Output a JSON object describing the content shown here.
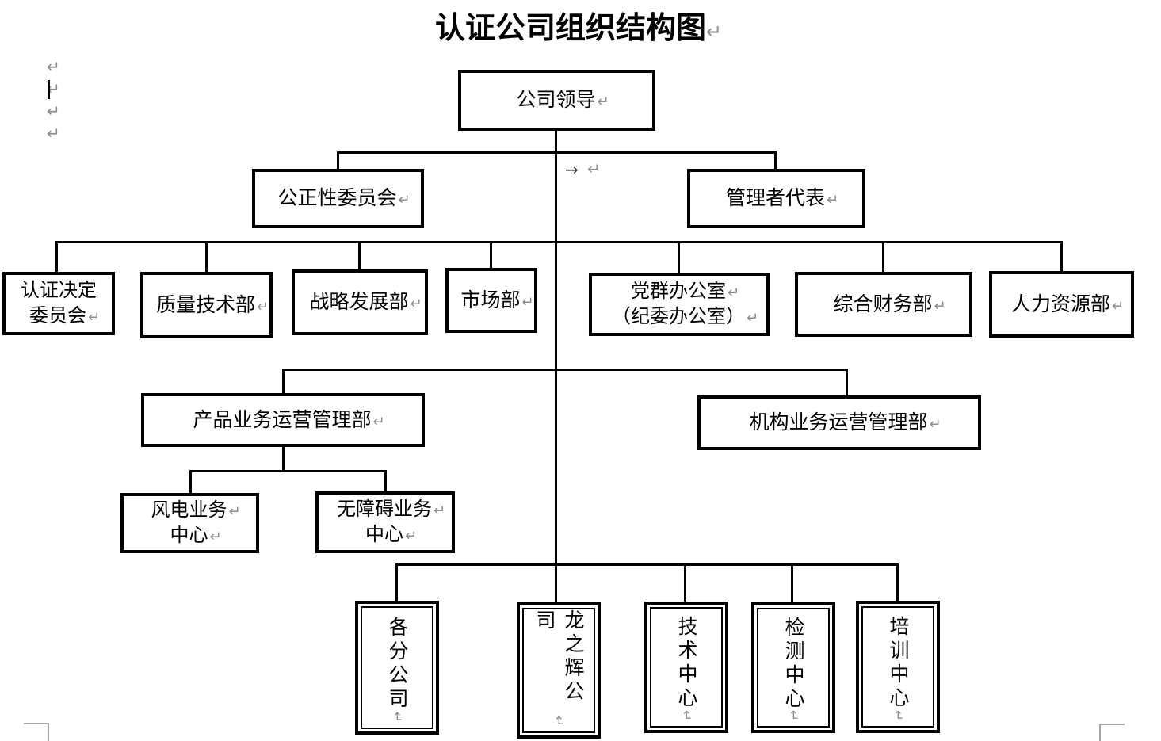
{
  "document": {
    "title": "认证公司组织结构图",
    "marks": {
      "paragraph": "↵",
      "tab_arrow": "→",
      "cursor": "|"
    }
  },
  "org_chart": {
    "level1": {
      "company_leadership": "公司领导"
    },
    "level2": {
      "impartiality_committee": "公正性委员会",
      "management_representative": "管理者代表"
    },
    "level3": {
      "certification_decision_committee_line1": "认证决定",
      "certification_decision_committee_line2": "委员会",
      "quality_technology_dept": "质量技术部",
      "strategic_development_dept": "战略发展部",
      "marketing_dept": "市场部",
      "party_group_office_line1": "党群办公室",
      "party_group_office_line2": "（纪委办公室）",
      "general_finance_dept": "综合财务部",
      "human_resources_dept": "人力资源部"
    },
    "level4": {
      "product_business_operations_dept": "产品业务运营管理部",
      "institution_business_operations_dept": "机构业务运营管理部"
    },
    "level5": {
      "wind_power_business_center_line1": "风电业务",
      "wind_power_business_center_line2": "中心",
      "accessibility_business_center_line1": "无障碍业务",
      "accessibility_business_center_line2": "中心"
    },
    "level6": {
      "branch_companies": "各分公司",
      "longzhihui_company": "龙之辉公司",
      "technology_center": "技术中心",
      "testing_center": "检测中心",
      "training_center": "培训中心"
    }
  },
  "colors": {
    "line": "#000000",
    "border": "#000000",
    "formatting_mark": "#8e8e8e",
    "background": "#ffffff"
  }
}
